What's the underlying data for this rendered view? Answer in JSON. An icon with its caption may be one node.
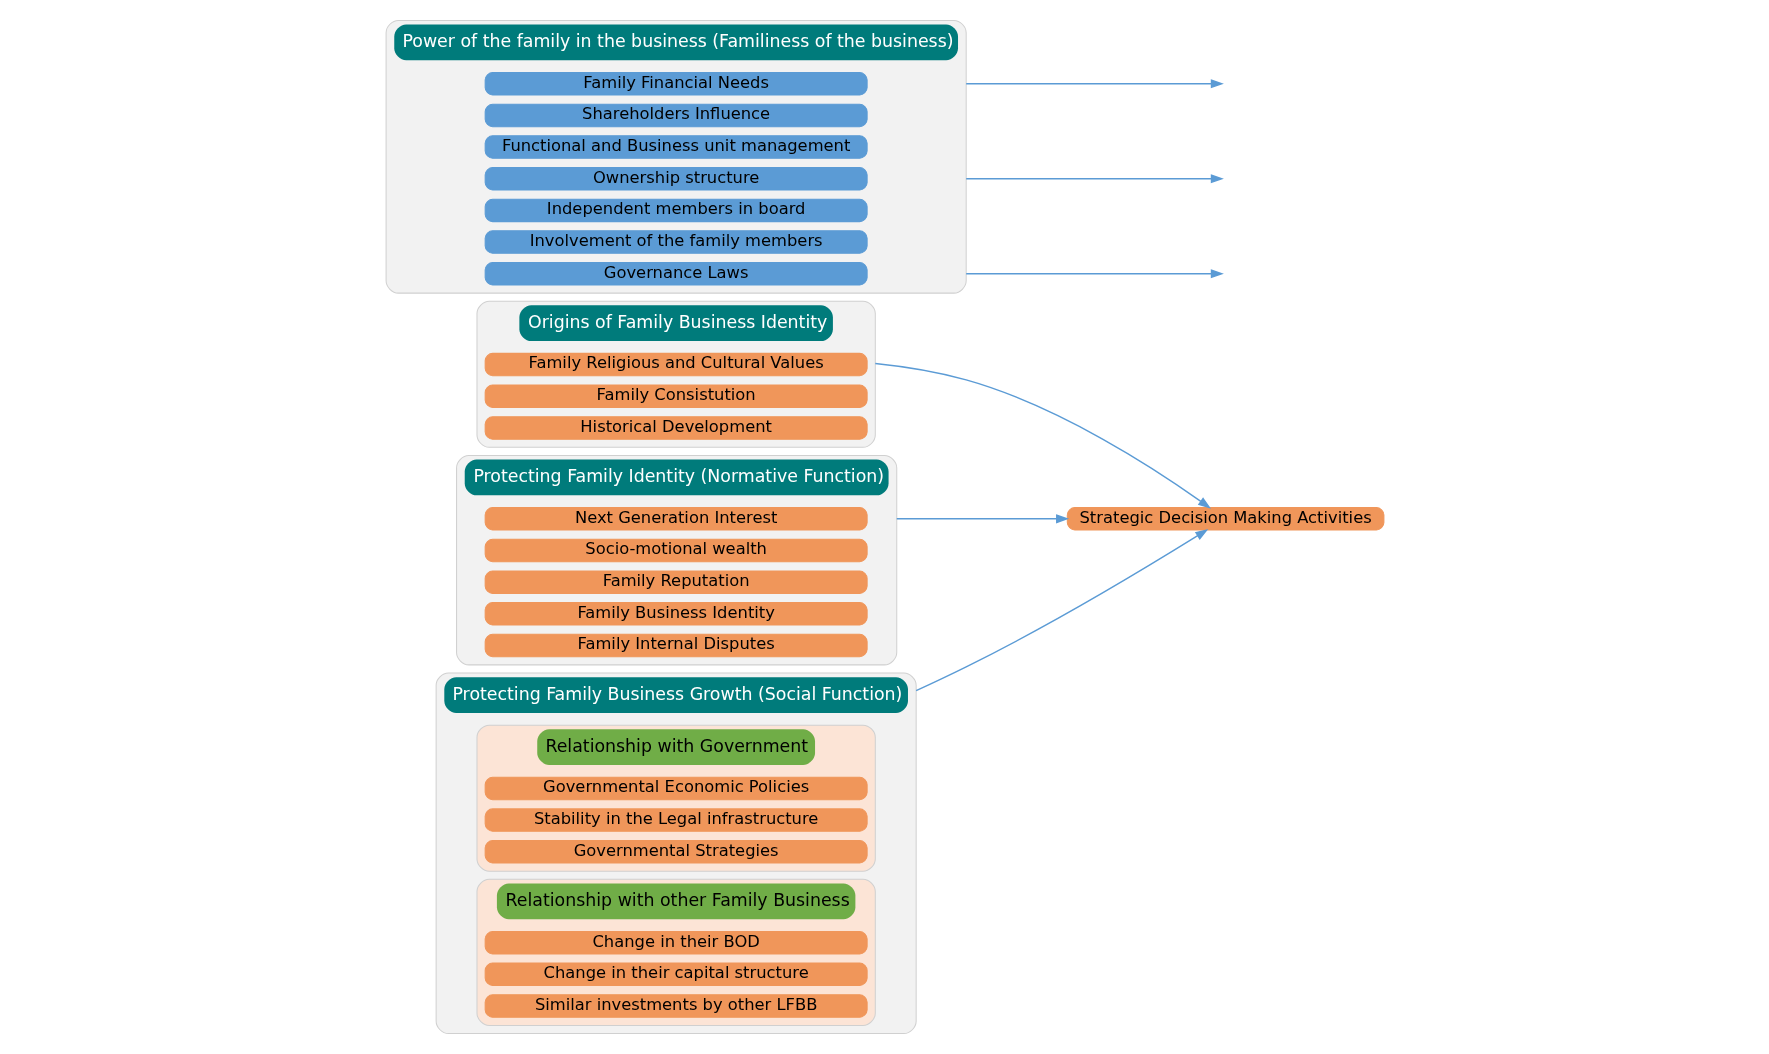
{
  "diagram": {
    "nodes": [
      {
        "text": [
          "Origins of Family Business Identity"
        ]
      },
      {
        "text": [
          "Family Religious and Cultural Values"
        ],
        "in": 0
      },
      {
        "text": [
          "Family Consistution"
        ],
        "in": 0
      },
      {
        "text": [
          "Historical Development"
        ],
        "in": 0
      },
      {
        "text": [
          "Protecting Family Identity (Normative Function)"
        ]
      },
      {
        "text": [
          "Next Generation Interest"
        ],
        "in": 4
      },
      {
        "text": [
          "Socio-motional wealth"
        ],
        "in": 4
      },
      {
        "text": [
          "Family Reputation"
        ],
        "in": 4
      },
      {
        "text": [
          "Family Business Identity"
        ],
        "in": 4
      },
      {
        "text": [
          "Family Internal Disputes"
        ],
        "in": 4
      },
      {
        "text": [
          "Protecting Family Business Growth (Social Function)"
        ]
      },
      {
        "text": [
          "Relationship with Government"
        ],
        "in": 10
      },
      {
        "text": [
          "Governmental Economic Policies"
        ],
        "in": 11
      },
      {
        "text": [
          "Stability in the Legal infrastructure"
        ],
        "in": 11
      },
      {
        "text": [
          "Governmental Strategies"
        ],
        "in": 11
      },
      {
        "text": [
          "Relationship with other Family Business"
        ],
        "in": 10
      },
      {
        "text": [
          "Change in their BOD"
        ],
        "in": 15
      },
      {
        "text": [
          "Change in their capital structure"
        ],
        "in": 15
      },
      {
        "text": [
          "Similar investments by other LFBB"
        ],
        "in": 15
      },
      {
        "text": [
          "Power of the family in the business (Familiness of the business)"
        ]
      },
      {
        "text": [
          "Family Financial Needs"
        ],
        "in": 19
      },
      {
        "text": [
          "Shareholders Influence"
        ],
        "in": 19
      },
      {
        "text": [
          "Functional and Business unit management"
        ],
        "in": 19
      },
      {
        "text": [
          "Ownership structure"
        ],
        "in": 19
      },
      {
        "text": [
          "Independent members in board"
        ],
        "in": 19
      },
      {
        "text": [
          "Involvement of the family members"
        ],
        "in": 19
      },
      {
        "text": [
          "Governance Laws"
        ],
        "in": 19
      },
      {
        "text": [
          "Strategic Decision Making Activities"
        ]
      }
    ],
    "edges": [
      {
        "from": 0,
        "to": 27,
        "arrow": "to"
      },
      {
        "from": 4,
        "to": 27,
        "arrow": "to"
      },
      {
        "from": 10,
        "to": 27,
        "arrow": "to"
      },
      {
        "from": 19,
        "to": null,
        "arrow": "to"
      },
      {
        "from": 19,
        "to": null,
        "arrow": "to"
      },
      {
        "from": 19,
        "to": null,
        "arrow": "to"
      }
    ]
  }
}
